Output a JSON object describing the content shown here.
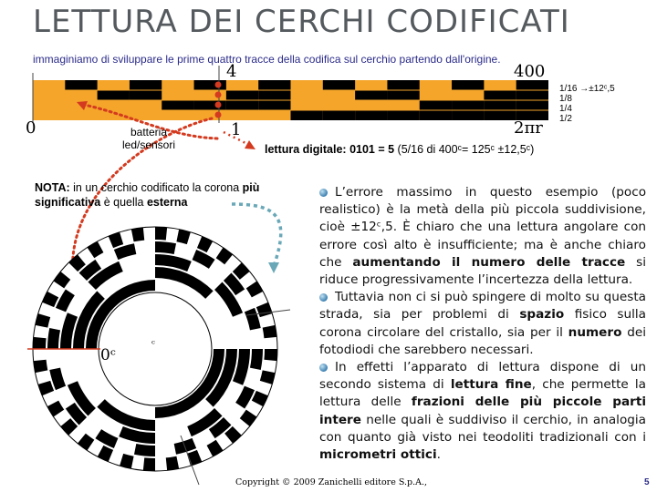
{
  "slide": {
    "title": "LETTURA DEI CERCHI CODIFICATI",
    "subtitle": "immaginiamo di sviluppare le prime quattro tracce della codifica sul cerchio partendo dall'origine.",
    "page_number": "5",
    "footer": "Copyright © 2009 Zanichelli editore S.p.A.,"
  },
  "strip": {
    "label_top_4": "4",
    "label_top_400": "400",
    "label_bottom_0": "0",
    "label_bottom_1": "1",
    "label_bottom_2pi": "2πr",
    "sensor_label_line1": "batteria",
    "sensor_label_line2": "led/sensori",
    "track_labels": [
      "1/16 →±12ᶜ,5",
      "1/8",
      "1/4",
      "1/2"
    ],
    "reading_bold": "lettura digitale: 0101 = 5",
    "reading_rest": " (5/16 di 400ᶜ= 125ᶜ ±12,5ᶜ)"
  },
  "note": {
    "prefix_bold": "NOTA:",
    "text1": " in un cerchio codificato la corona ",
    "bold2": "più significativa",
    "text2": " è quella ",
    "bold3": "esterna"
  },
  "circle": {
    "label_zero": "0ᶜ",
    "label_degree": "ᶜ"
  },
  "body": {
    "p1_a": "L’errore massimo",
    "p1_b": " in questo esempio (poco realistico) è la metà della più piccola suddivisione, cioè ±12ᶜ,5. È chiaro che una lettura angolare con errore così alto è insufficiente; ma è anche chiaro che ",
    "p1_c": "aumentando il numero delle tracce",
    "p1_d": " si riduce progressivamente l’incertezza della lettura.",
    "p2_a": "Tuttavia non ci si può spingere di molto su questa strada, sia per problemi di ",
    "p2_b": "spazio",
    "p2_c": " fisico sulla corona circolare del cristallo, sia per il ",
    "p2_d": "numero",
    "p2_e": " dei fotodiodi che sarebbero necessari.",
    "p3_a": "In effetti l’apparato di lettura dispone di un secondo sistema di ",
    "p3_b": "lettura fine",
    "p3_c": ", che permette la lettura delle ",
    "p3_d": "frazioni delle più piccole parti intere",
    "p3_e": " nelle quali è suddiviso il cerchio, in analogia con quanto già visto nei teodoliti tradizionali con i ",
    "p3_f": "micrometri ottici",
    "p3_g": "."
  },
  "colors": {
    "title": "#555a5e",
    "subtitle": "#2b2b8a",
    "strip_fill": "#f4a52a",
    "arrow_red": "#d43a1f",
    "arrow_teal": "#6aa8b8",
    "bullet": "#3b7fb0"
  }
}
